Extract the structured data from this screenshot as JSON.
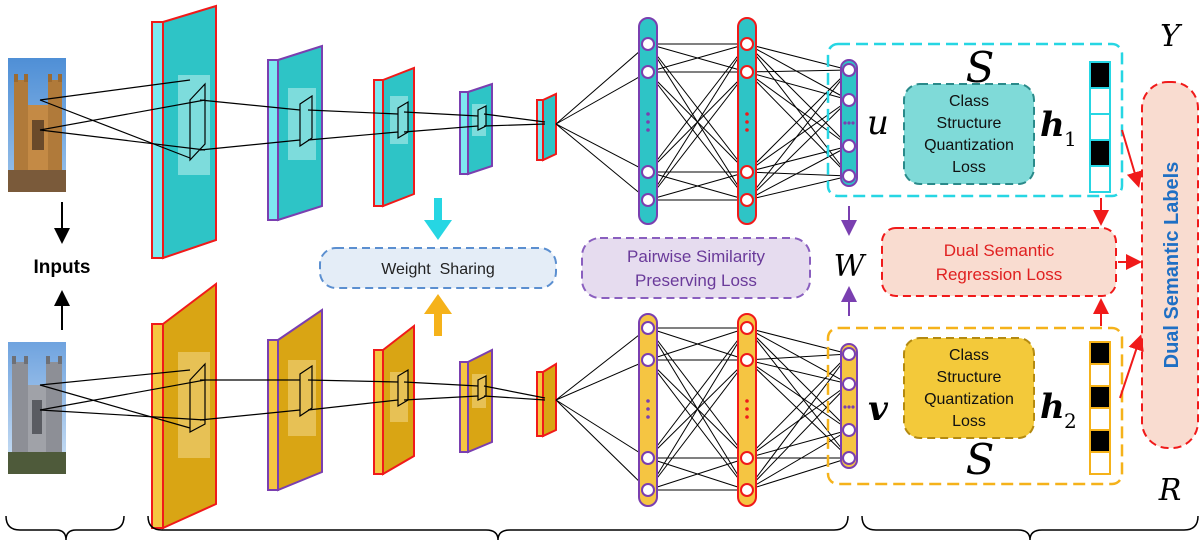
{
  "inputs_label": "Inputs",
  "weight_sharing": "Weight  Sharing",
  "pairwise_loss": [
    "Pairwise Similarity",
    "Preserving Loss"
  ],
  "cs_loss_top": [
    "Class",
    "Structure",
    "Quantization",
    "Loss"
  ],
  "cs_loss_bottom": [
    "Class",
    "Structure",
    "Quantization",
    "Loss"
  ],
  "regression_loss": [
    "Dual Semantic",
    "Regression Loss"
  ],
  "dual_labels": "Dual Semantic Labels",
  "symbols": {
    "Y": "Y",
    "R": "R",
    "W": "W",
    "S_top": "S",
    "S_bottom": "S",
    "u": "u",
    "v": "v",
    "h1": "h",
    "h1_sub": "1",
    "h2": "h",
    "h2_sub": "2"
  },
  "colors": {
    "cyan": "#2ec4c6",
    "cyan_side": "#7ee8f0",
    "gold": "#d9a514",
    "gold_side": "#f5c542",
    "red_edge": "#f01a1a",
    "purple_edge": "#7a3fb0",
    "blue_text": "#1f6fc4",
    "red_text": "#e02020",
    "purple_text": "#6a3a9a"
  },
  "hash_codes": {
    "h1": [
      1,
      0,
      0,
      1,
      0
    ],
    "h2": [
      1,
      0,
      1,
      0,
      1,
      0
    ]
  }
}
